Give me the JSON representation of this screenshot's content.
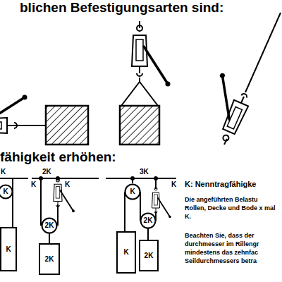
{
  "diagram": {
    "title": "blichen Befestigungsarten sind:",
    "nodes": [
      {
        "text": [
          "K"
        ]
      },
      {
        "text": [
          "K"
        ]
      },
      {
        "text": [
          "2K"
        ]
      },
      {
        "text": [
          "2K"
        ]
      },
      {
        "text": [
          "K"
        ]
      },
      {
        "text": [
          "2K"
        ]
      },
      {
        "text": [
          "K"
        ]
      },
      {
        "text": [
          "2K"
        ]
      }
    ],
    "edges": [
      {
        "from": 0,
        "to": 1,
        "arrow": "none"
      },
      {
        "from": 2,
        "to": 3,
        "arrow": "none"
      },
      {
        "from": 4,
        "to": 5,
        "arrow": "none"
      },
      {
        "from": 4,
        "to": 6,
        "arrow": "none"
      },
      {
        "from": 5,
        "to": 7,
        "arrow": "none"
      }
    ],
    "labels": [
      "fähigkeit erhöhen:",
      "K",
      "2K",
      "K",
      "K",
      "3K",
      "K",
      "K: Nenntragfähigke",
      "Die angeführten Belastu Rollen, Decke und Bode x mal K.",
      "Beachten Sie, dass der durchmesser im Rillengr mindestens das zehnfac Seildurchmessers betra"
    ]
  }
}
